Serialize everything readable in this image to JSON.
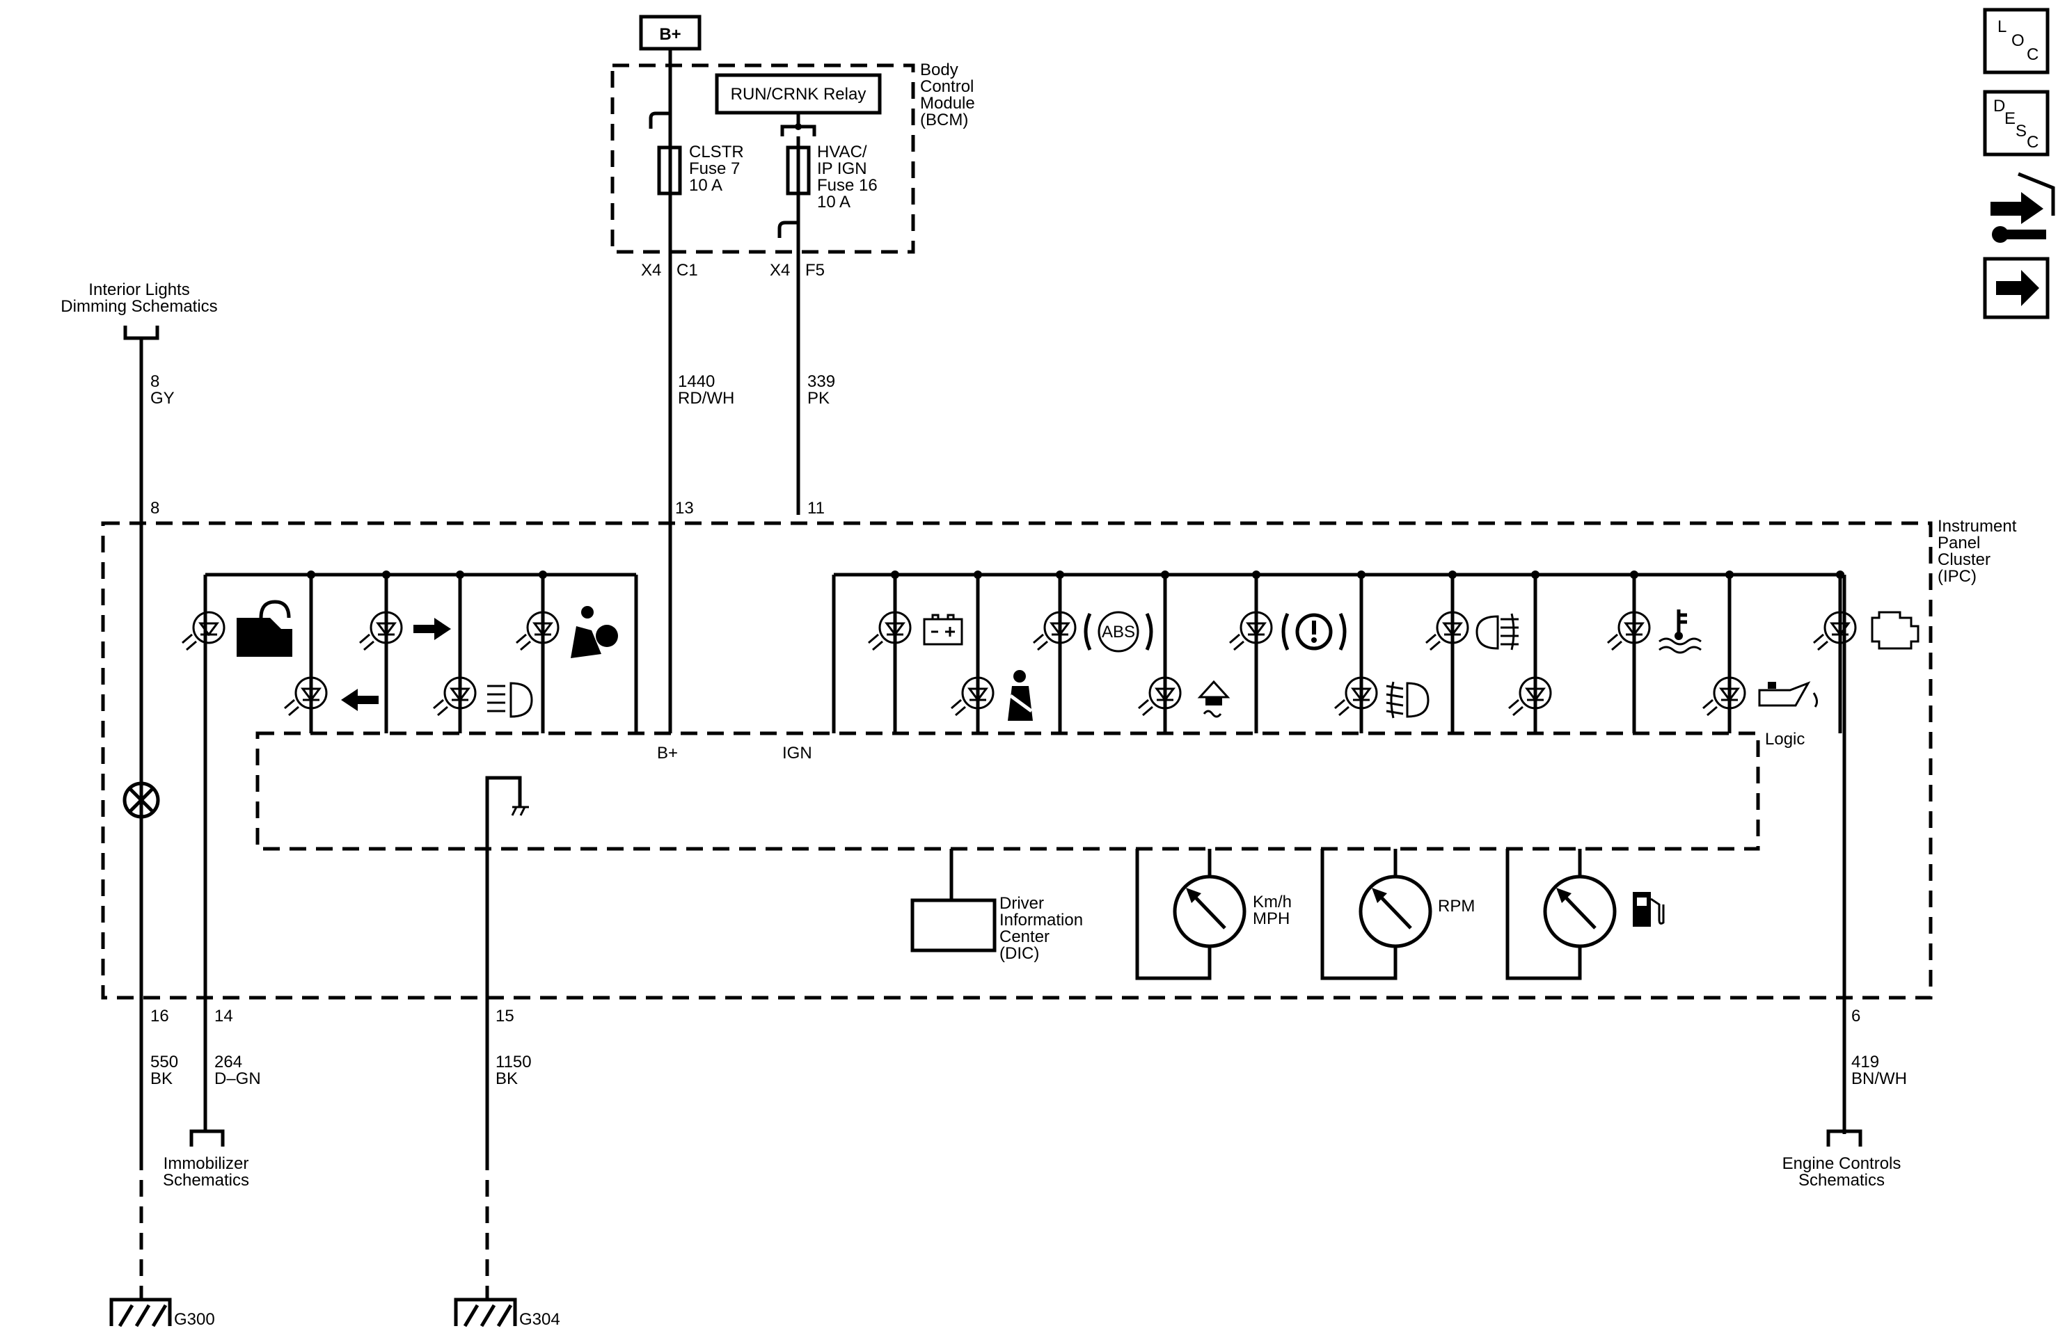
{
  "battery": {
    "label": "B+"
  },
  "bcm": {
    "name_lines": [
      "Body",
      "Control",
      "Module",
      "(BCM)"
    ],
    "relay": "RUN/CRNK Relay",
    "fuse1_lines": [
      "CLSTR",
      "Fuse 7",
      "10 A"
    ],
    "fuse2_lines": [
      "HVAC/",
      "IP IGN",
      "Fuse 16",
      "10 A"
    ],
    "pins": {
      "x4a": "X4",
      "c1": "C1",
      "x4b": "X4",
      "f5": "F5"
    }
  },
  "wires": {
    "w1440": {
      "num": "1440",
      "color": "RD/WH"
    },
    "w339": {
      "num": "339",
      "color": "PK"
    },
    "w8": {
      "num": "8",
      "color": "GY"
    },
    "w550": {
      "num": "550",
      "color": "BK"
    },
    "w264": {
      "num": "264",
      "color": "D–GN"
    },
    "w1150": {
      "num": "1150",
      "color": "BK"
    },
    "w419": {
      "num": "419",
      "color": "BN/WH"
    }
  },
  "refs": {
    "interior_lights": [
      "Interior Lights",
      "Dimming Schematics"
    ],
    "immobilizer": [
      "Immobilizer",
      "Schematics"
    ],
    "engine_controls": [
      "Engine Controls",
      "Schematics"
    ]
  },
  "ipc": {
    "name_lines": [
      "Instrument",
      "Panel",
      "Cluster",
      "(IPC)"
    ],
    "pin_8": "8",
    "pin_13": "13",
    "pin_11": "11",
    "pin_16": "16",
    "pin_14": "14",
    "pin_15": "15",
    "pin_6": "6",
    "logic": "Logic",
    "bplus": "B+",
    "ign": "IGN",
    "abs": "ABS",
    "dic_lines": [
      "Driver",
      "Information",
      "Center",
      "(DIC)"
    ],
    "speedo_lines": [
      "Km/h",
      "MPH"
    ],
    "tach": "RPM"
  },
  "grounds": {
    "g300": "G300",
    "g304": "G304"
  },
  "nav": [
    {
      "name": "loc",
      "chars": [
        "L",
        "O",
        "C"
      ]
    },
    {
      "name": "desc",
      "chars": [
        "D",
        "E",
        "S",
        "C"
      ]
    },
    {
      "name": "connector-icon"
    },
    {
      "name": "next-arrow"
    }
  ]
}
